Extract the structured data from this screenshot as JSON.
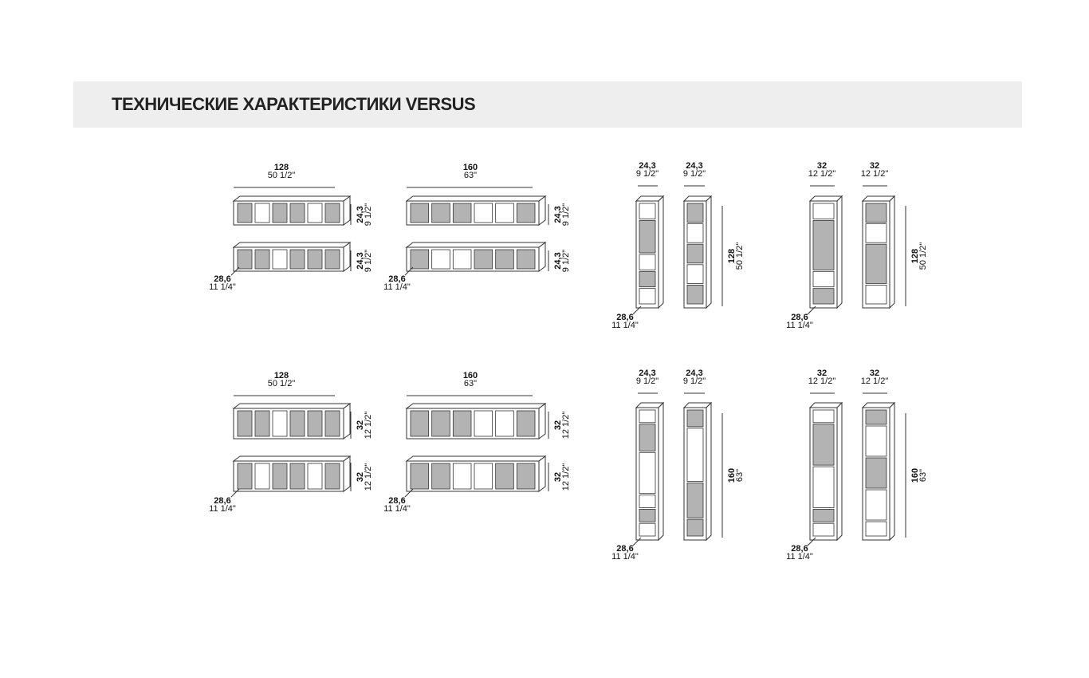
{
  "header": {
    "title": "ТЕХНИЧЕСКИЕ ХАРАКТЕРИСТИКИ VERSUS"
  },
  "colors": {
    "header_bg": "#eeeeee",
    "shelf_fill": "#b3b3b3",
    "line": "#333333"
  },
  "dims": {
    "w128_cm": "128",
    "w128_in": "50 1/2\"",
    "w160_cm": "160",
    "w160_in": "63\"",
    "h243_cm": "24,3",
    "h243_in": "9 1/2\"",
    "h32_cm": "32",
    "h32_in": "12 1/2\"",
    "d286_cm": "28,6",
    "d286_in": "11 1/4\"",
    "v128_cm": "128",
    "v128_in": "50 1/2\"",
    "v160_cm": "160",
    "v160_in": "63\""
  }
}
